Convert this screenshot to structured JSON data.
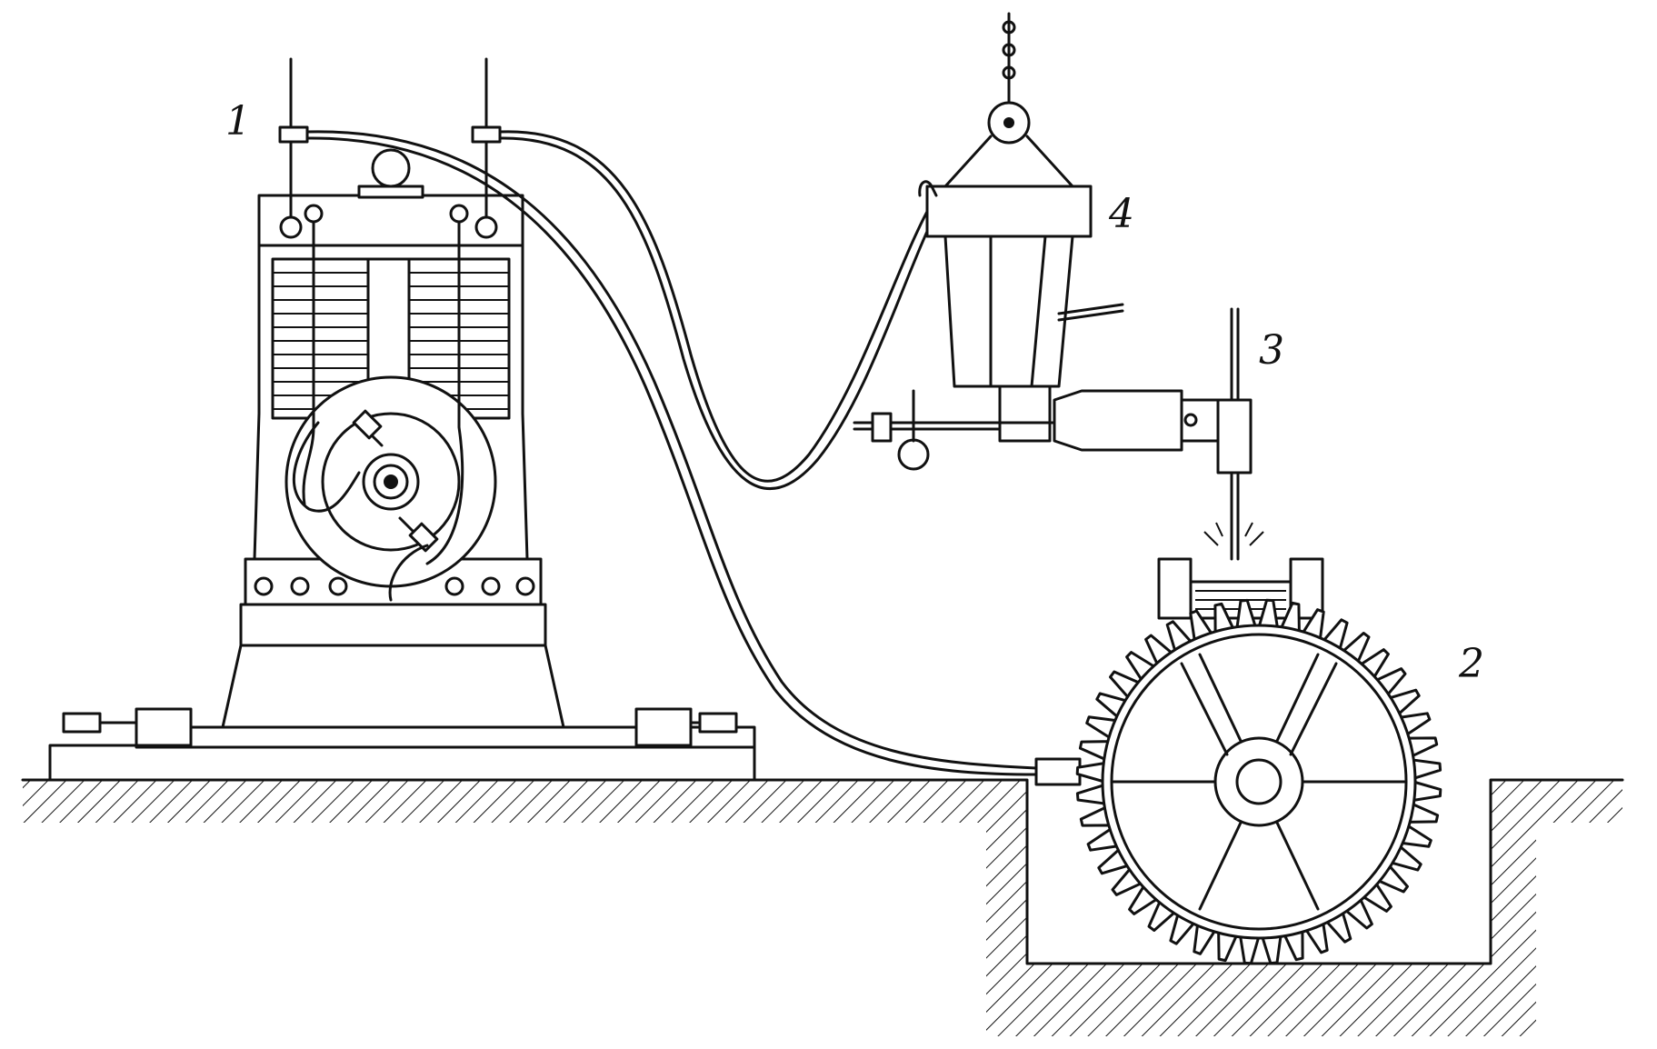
{
  "labels": {
    "generator": "1",
    "gear_casting": "2",
    "electrode_holder": "3",
    "motor_unit": "4"
  }
}
